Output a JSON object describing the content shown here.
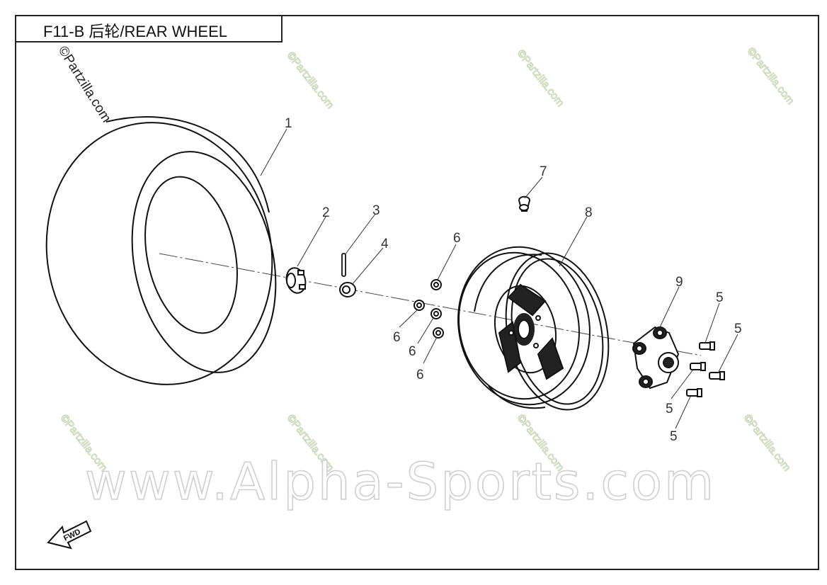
{
  "title": "F11-B 后轮/REAR WHEEL",
  "copyright_watermark": "©Partzilla.com",
  "tiled_watermark": "©Partzilla.com",
  "site_watermark": "www.Alpha-Sports.com",
  "direction_marker": "FWD",
  "callouts": {
    "tire": "1",
    "part2": "2",
    "part3": "3",
    "part4": "4",
    "bolt_a": "5",
    "bolt_b": "5",
    "bolt_c": "5",
    "bolt_d": "5",
    "nut_a": "6",
    "nut_b": "6",
    "nut_c": "6",
    "nut_d": "6",
    "valve": "7",
    "rim": "8",
    "hub": "9"
  }
}
